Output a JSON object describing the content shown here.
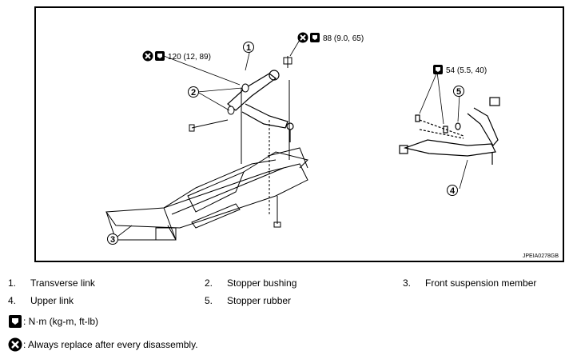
{
  "figure": {
    "code": "JPEIA0278GB",
    "torque_labels": [
      "120 (12, 89)",
      "88 (9.0, 65)",
      "54 (5.5, 40)"
    ],
    "callouts": [
      "1",
      "2",
      "3",
      "4",
      "5"
    ]
  },
  "parts": [
    {
      "num": "1.",
      "name": "Transverse link"
    },
    {
      "num": "2.",
      "name": "Stopper bushing"
    },
    {
      "num": "3.",
      "name": "Front suspension member"
    },
    {
      "num": "4.",
      "name": "Upper link"
    },
    {
      "num": "5.",
      "name": "Stopper rubber"
    }
  ],
  "key": {
    "torque_icon": "torque-wrench-icon",
    "torque_text": ": N·m (kg-m, ft-lb)",
    "replace_icon": "replace-x-icon",
    "replace_text": ": Always replace after every disassembly."
  }
}
